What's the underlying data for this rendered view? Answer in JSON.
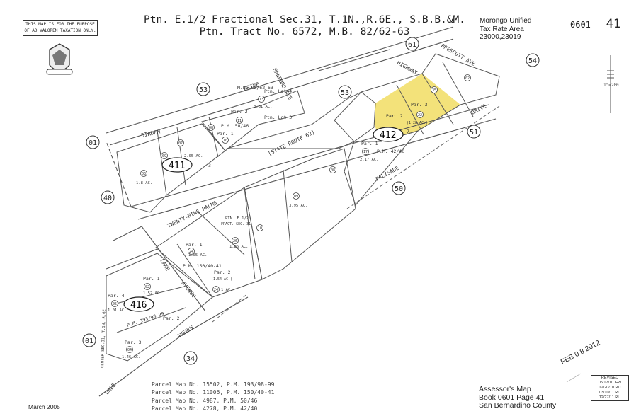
{
  "header": {
    "title_line1": "Ptn. E.1/2 Fractional Sec.31, T.1N.,R.6E., S.B.B.&M.",
    "title_line2": "Ptn. Tract No. 6572, M.B. 82/62-63",
    "disclaimer": "THIS MAP IS FOR THE PURPOSE OF AD VALOREM TAXATION ONLY.",
    "district_name": "Morongo Unified",
    "tax_rate_area_label": "Tax Rate Area",
    "tax_rate_areas": "23000,23019",
    "book_page_prefix": "0601 -",
    "book_page_number": "41"
  },
  "scale": {
    "label": "1\"=200'"
  },
  "books": {
    "b411": "411",
    "b412": "412",
    "b416": "416"
  },
  "adjacent_pages": [
    "61",
    "53",
    "53",
    "54",
    "51",
    "01",
    "40",
    "50",
    "01",
    "34"
  ],
  "streets": {
    "diadem": "DIADEM",
    "drive_upper": "DRIVE",
    "hanford": "HANFORD AVE",
    "highway": "HIGHWAY",
    "prescott": "PRESCOTT AVE",
    "drive_right": "DRIVE",
    "state_route": "[STATE ROUTE 62]",
    "twentynine_palms": "TWENTY-NINE PALMS",
    "palisade": "PALISADE",
    "lake": "LAKE",
    "avenue_mid": "AVENUE",
    "avenue_low": "AVENUE",
    "dale": "DALE",
    "center_line": "CENTER SEC.31, T.1N.,R.6E."
  },
  "parcel_labels": {
    "mb": "M.B. 82/62-63",
    "ptn_lot4": "Ptn. Lot 4",
    "ac_381": "3.81 AC.",
    "par2_upper": "Par. 2",
    "pm_5046": "P.M. 50/46",
    "par1_upper": "Par. 1",
    "ptn_lot3": "Ptn. Lot 3",
    "ac_205": "2.05 AC.",
    "lot3": "3",
    "ac_18": "1.8 AC.",
    "ac_395": "3.95 AC.",
    "par3_412": "Par. 3",
    "par2_412": "Par. 2",
    "ac_128": "(1.28 AC.)",
    "lot7": "7",
    "par1_412": "Par. 1",
    "pm_4240": "P.M. 42/40",
    "ac_217": "2.17 AC.",
    "ptn_e12": "PTN. E.1/2",
    "fract_sec": "FRACT. SEC. 31",
    "ac_186": "1.86 AC.",
    "par1_mid": "Par. 1",
    "ac_105": "1.05 AC.",
    "pm_15040": "P.M. 150/40-41",
    "par2_mid": "Par. 2",
    "ac_154": "(1.54 AC.)",
    "ac_1": "1 AC.",
    "par1_416": "Par. 1",
    "ac_152": "1.52 AC.",
    "par4_416": "Par. 4",
    "ac_101": "1.01 AC.",
    "pm_19398": "P.M. 193/98-99",
    "par2_416": "Par. 2",
    "par3_416": "Par. 3",
    "ac_146": "1.46 AC."
  },
  "parcel_numbers": [
    "01",
    "02",
    "03",
    "04",
    "05",
    "06",
    "07",
    "08",
    "09",
    "10",
    "11",
    "12",
    "13",
    "14",
    "17",
    "22",
    "24",
    "26",
    "28",
    "34",
    "35"
  ],
  "highlight_color": "#f3e27a",
  "footer": {
    "parcel_maps": [
      "Parcel Map No. 15502, P.M. 193/98-99",
      "Parcel Map No. 11006, P.M. 150/40-41",
      "Parcel Map No. 4987, P.M. 50/46",
      "Parcel Map No. 4278, P.M. 42/40"
    ],
    "date": "March 2005",
    "assessor_line1": "Assessor's Map",
    "assessor_line2": "Book 0601 Page 41",
    "assessor_line3": "San Bernardino County",
    "stamp": "FEB 0 8 2012",
    "revised_title": "REVISED",
    "revised_dates": [
      "05/17/10 GW",
      "12/20/10 RU",
      "03/10/11 RU",
      "12/27/11 RU"
    ]
  }
}
